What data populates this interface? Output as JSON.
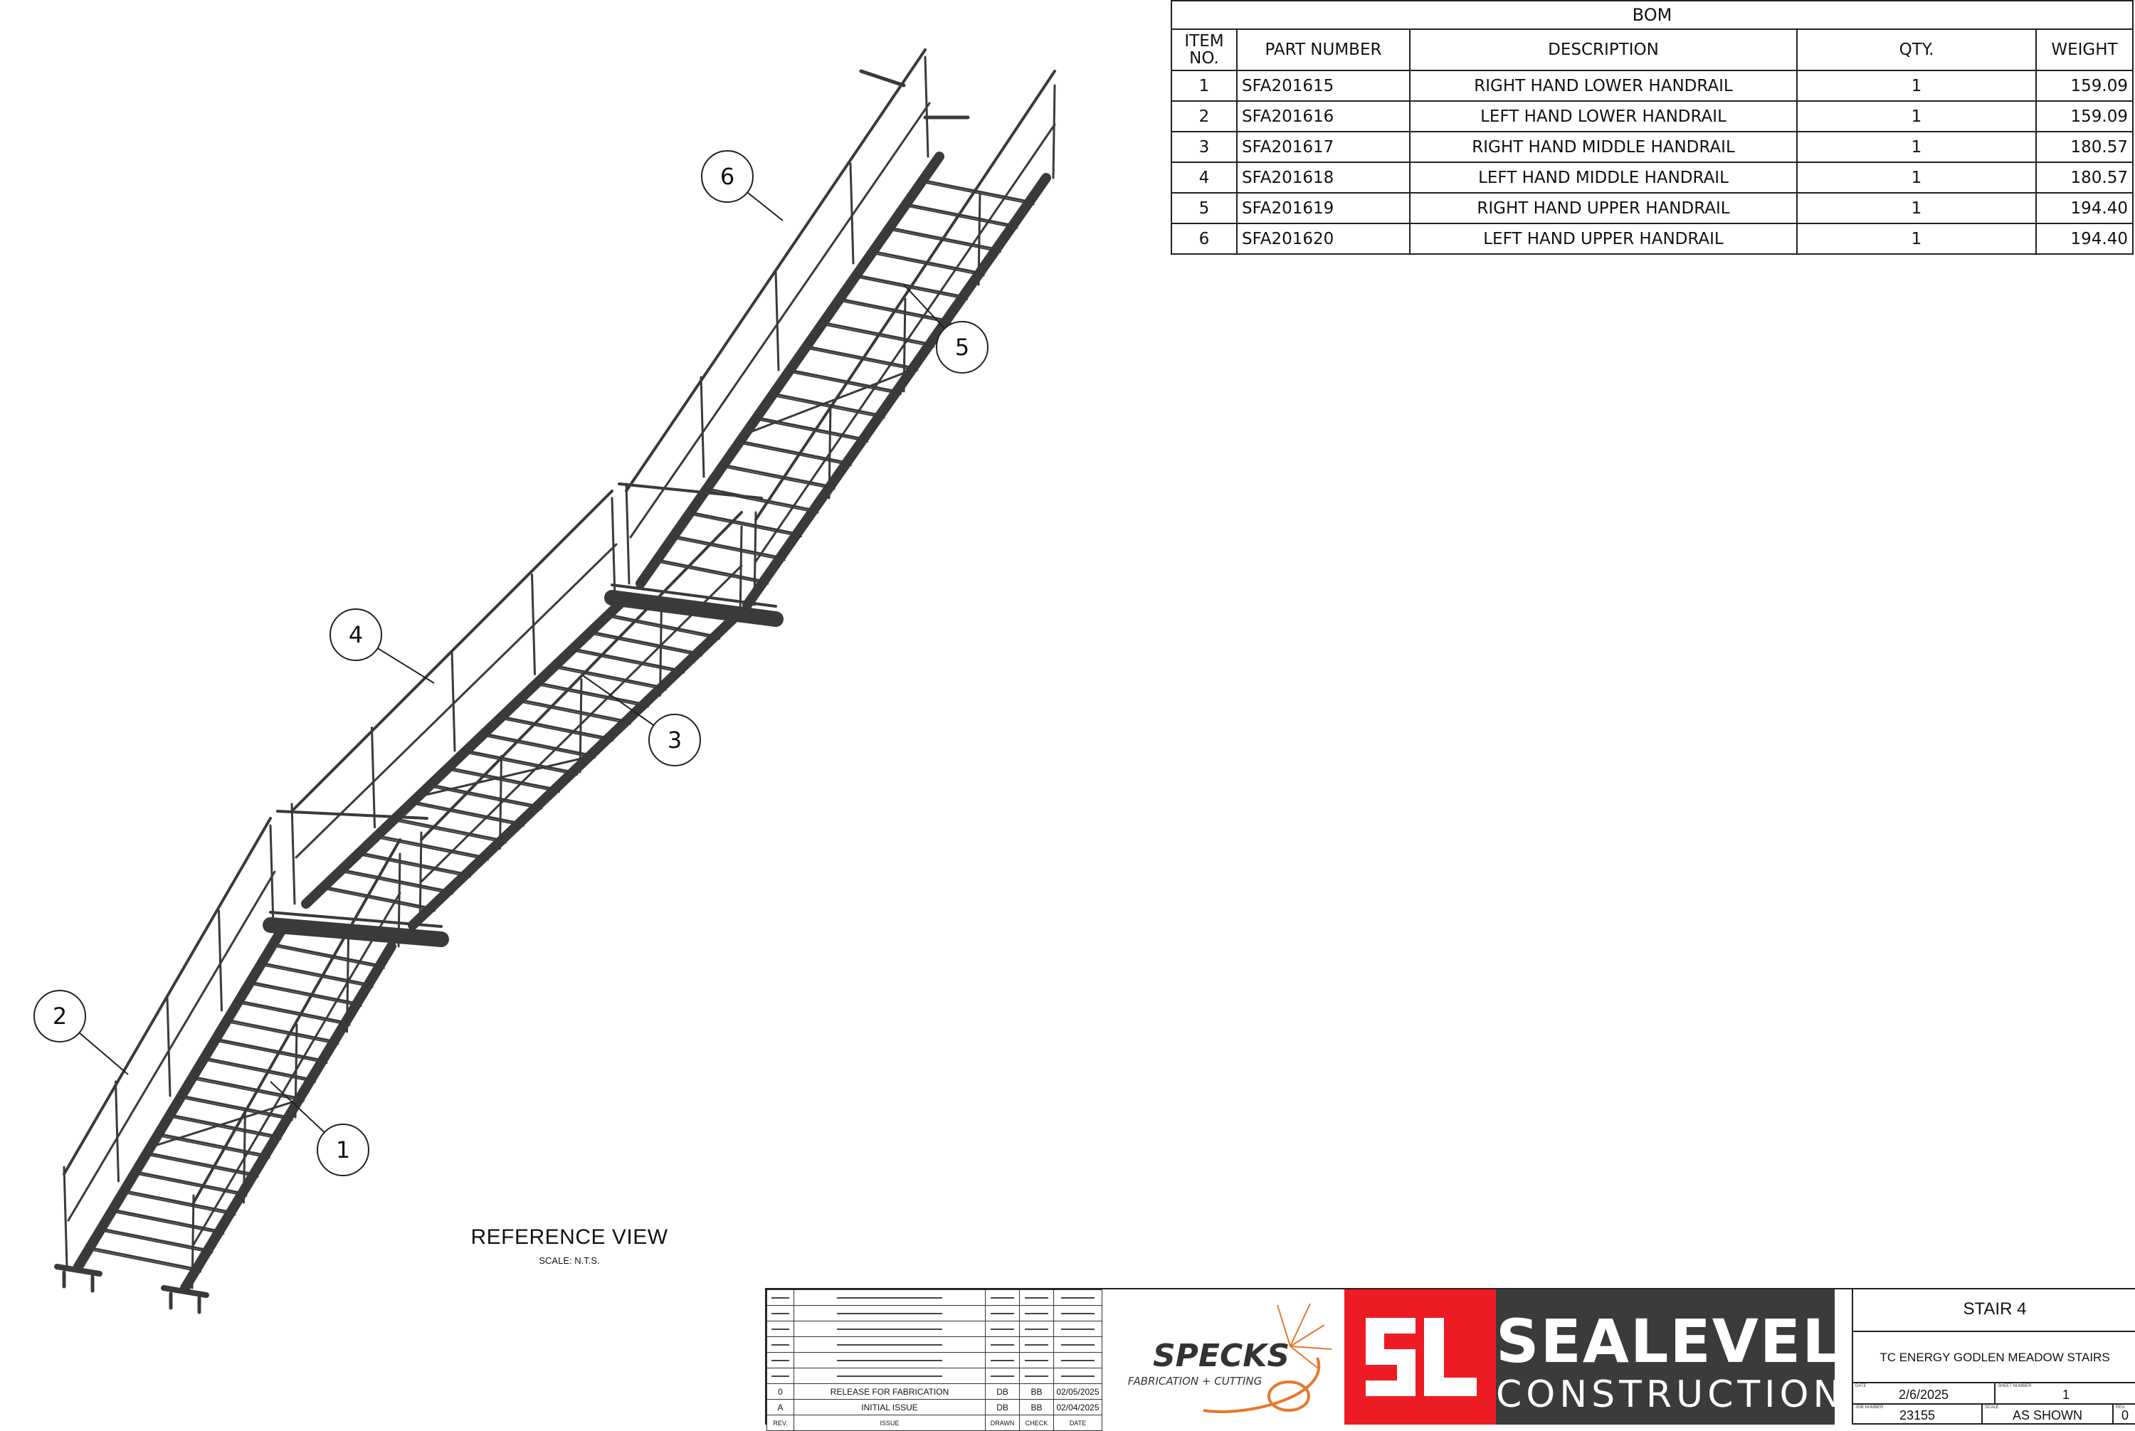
{
  "bom": {
    "title": "BOM",
    "headers": {
      "item_no": "ITEM NO.",
      "part_number": "PART NUMBER",
      "description": "DESCRIPTION",
      "qty": "QTY.",
      "weight": "WEIGHT"
    },
    "rows": [
      {
        "item": "1",
        "part": "SFA201615",
        "desc": "RIGHT HAND LOWER HANDRAIL",
        "qty": "1",
        "weight": "159.09"
      },
      {
        "item": "2",
        "part": "SFA201616",
        "desc": "LEFT HAND LOWER HANDRAIL",
        "qty": "1",
        "weight": "159.09"
      },
      {
        "item": "3",
        "part": "SFA201617",
        "desc": "RIGHT HAND MIDDLE HANDRAIL",
        "qty": "1",
        "weight": "180.57"
      },
      {
        "item": "4",
        "part": "SFA201618",
        "desc": "LEFT HAND MIDDLE HANDRAIL",
        "qty": "1",
        "weight": "180.57"
      },
      {
        "item": "5",
        "part": "SFA201619",
        "desc": "RIGHT HAND UPPER HANDRAIL",
        "qty": "1",
        "weight": "194.40"
      },
      {
        "item": "6",
        "part": "SFA201620",
        "desc": "LEFT HAND UPPER HANDRAIL",
        "qty": "1",
        "weight": "194.40"
      }
    ]
  },
  "view": {
    "title": "REFERENCE VIEW",
    "scale": "SCALE: N.T.S.",
    "balloons": [
      "1",
      "2",
      "3",
      "4",
      "5",
      "6"
    ]
  },
  "revisions": {
    "rows": [
      {
        "rev": "0",
        "issue": "RELEASE FOR FABRICATION",
        "drawn": "DB",
        "check": "BB",
        "date": "02/05/2025"
      },
      {
        "rev": "A",
        "issue": "INITIAL ISSUE",
        "drawn": "DB",
        "check": "BB",
        "date": "02/04/2025"
      }
    ],
    "headers": {
      "rev": "REV.",
      "issue": "ISSUE",
      "drawn": "DRAWN",
      "check": "CHECK",
      "date": "DATE"
    }
  },
  "logos": {
    "specks_name": "SPECKS",
    "specks_tagline": "FABRICATION + CUTTING",
    "sl_mark": "SL",
    "sealevel_line1": "SEALEVEL",
    "sealevel_line2": "CONSTRUCTION",
    "sl_red": "#ed1c24",
    "sealevel_bg": "#3b3b3b",
    "specks_orange": "#e8772a"
  },
  "title_block": {
    "title": "STAIR 4",
    "project": "TC ENERGY GODLEN MEADOW STAIRS",
    "date_label": "DATE",
    "date": "2/6/2025",
    "sheet_label": "SHEET NUMBER",
    "sheet": "1",
    "job_label": "JOB NUMBER",
    "job": "23155",
    "scale_label": "SCALE",
    "scale": "AS SHOWN",
    "rev_label": "REV.",
    "rev": "0"
  }
}
